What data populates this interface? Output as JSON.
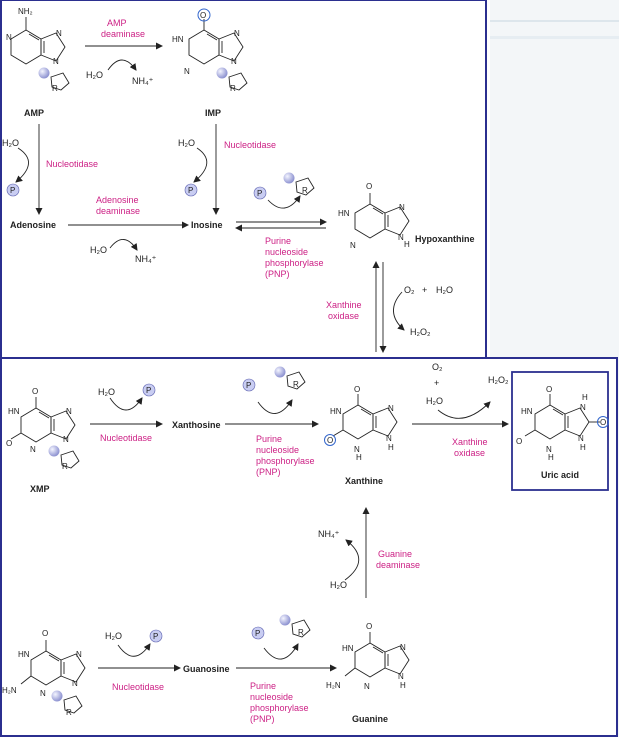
{
  "compounds": {
    "amp": "AMP",
    "imp": "IMP",
    "adenosine": "Adenosine",
    "inosine": "Inosine",
    "hypoxanthine": "Hypoxanthine",
    "xmp": "XMP",
    "xanthosine": "Xanthosine",
    "xanthine": "Xanthine",
    "uric_acid": "Uric acid",
    "guanosine": "Guanosine",
    "guanine": "Guanine"
  },
  "enzymes": {
    "amp_deaminase": [
      "AMP",
      "deaminase"
    ],
    "nucleotidase_1": "Nucleotidase",
    "nucleotidase_2": "Nucleotidase",
    "adenosine_deaminase": [
      "Adenosine",
      "deaminase"
    ],
    "pnp_1": [
      "Purine",
      "nucleoside",
      "phosphorylase",
      "(PNP)"
    ],
    "xanthine_oxidase_1": [
      "Xanthine",
      "oxidase"
    ],
    "nucleotidase_3": "Nucleotidase",
    "pnp_2": [
      "Purine",
      "nucleoside",
      "phosphorylase",
      "(PNP)"
    ],
    "xanthine_oxidase_2": [
      "Xanthine",
      "oxidase"
    ],
    "guanine_deaminase": [
      "Guanine",
      "deaminase"
    ],
    "nucleotidase_4": "Nucleotidase",
    "pnp_3": [
      "Purine",
      "nucleoside",
      "phosphorylase",
      "(PNP)"
    ]
  },
  "cofactors": {
    "water": "H₂O",
    "ammonium": "NH₄⁺",
    "oxygen": "O₂",
    "hydrogen_peroxide": "H₂O₂",
    "plus": "+",
    "phosphate": "P",
    "ring_label": "R"
  },
  "atoms": {
    "n": "N",
    "hn": "HN",
    "nh": "NH",
    "h": "H",
    "o": "O",
    "nh2": "NH₂",
    "h2n": "H₂N"
  },
  "colors": {
    "enzyme": "#cc1f84",
    "frame": "#2b2f8f",
    "oxygen_highlight": "#3366cc",
    "phosphate_fill": "#c9cdf2",
    "ribose_ball": "#b9bde8",
    "red_atom": "#d02020"
  }
}
